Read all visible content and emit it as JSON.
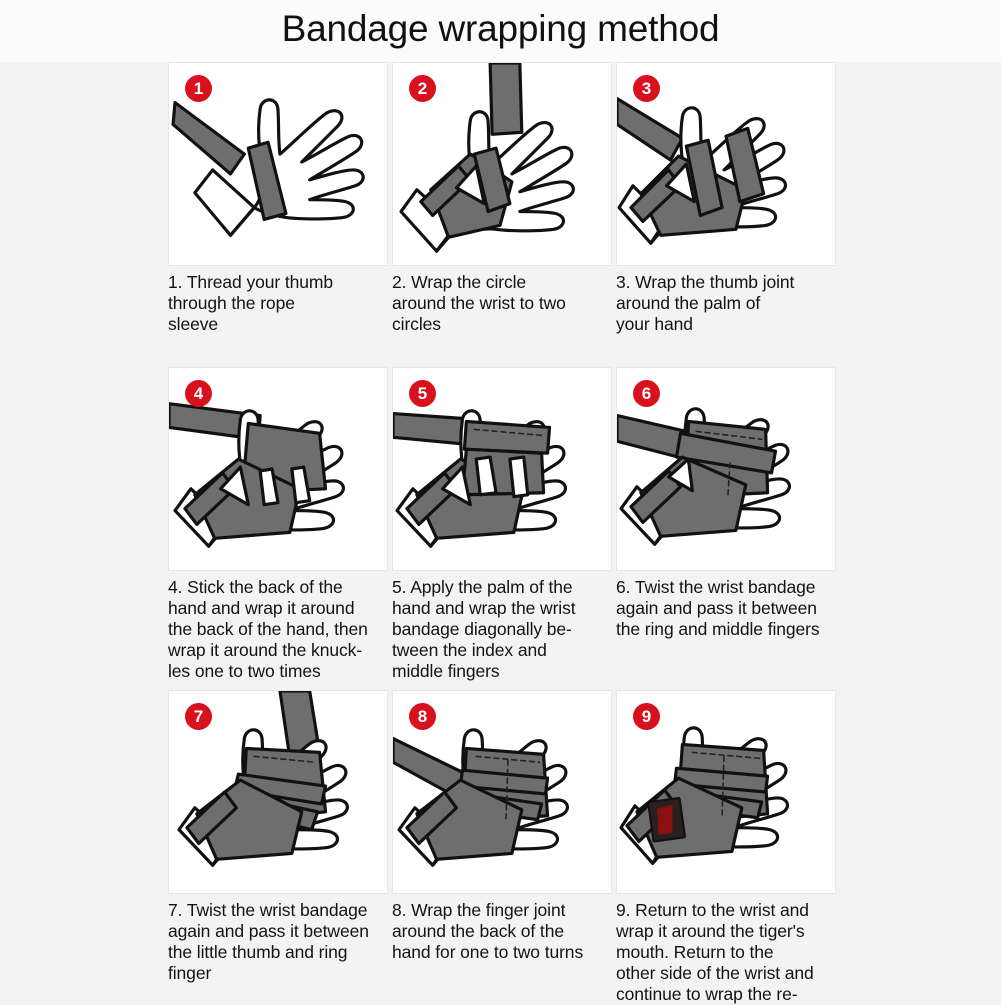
{
  "title": "Bandage wrapping method",
  "colors": {
    "page_background": "#f3f3f3",
    "panel_background": "#ffffff",
    "panel_border": "#e7e7e7",
    "badge_red": "#d8111f",
    "strap_gray": "#6e6e6e",
    "strap_gray_dark": "#5e5e5e",
    "outline_black": "#111111",
    "label_red": "#8c1010",
    "text": "#131313"
  },
  "steps": [
    {
      "number": "1",
      "badge_name": "step-badge-1",
      "caption": "1. Thread your thumb\nthrough the rope\nsleeve",
      "illustration": "hand-with-strap-threaded-through-thumb"
    },
    {
      "number": "2",
      "badge_name": "step-badge-2",
      "caption": "2. Wrap the circle\naround the wrist to two\ncircles",
      "illustration": "hand-with-strap-wrapped-around-wrist"
    },
    {
      "number": "3",
      "badge_name": "step-badge-3",
      "caption": "3. Wrap the thumb joint\naround the palm of\nyour hand",
      "illustration": "hand-with-strap-over-thumb-joint-and-palm"
    },
    {
      "number": "4",
      "badge_name": "step-badge-4",
      "caption": "4. Stick the back of the\nhand and wrap it around\nthe back of the hand, then\nwrap it around the knuck-\nles one to two times",
      "illustration": "hand-with-strap-across-back-of-hand"
    },
    {
      "number": "5",
      "badge_name": "step-badge-5",
      "caption": "5. Apply the palm of the\nhand and wrap the wrist\nbandage diagonally be-\ntween the index and\nmiddle fingers",
      "illustration": "hand-with-strap-between-index-and-middle-fingers"
    },
    {
      "number": "6",
      "badge_name": "step-badge-6",
      "caption": "6. Twist the wrist bandage\nagain and pass it between\nthe ring and middle fingers",
      "illustration": "hand-with-strap-between-ring-and-middle-fingers"
    },
    {
      "number": "7",
      "badge_name": "step-badge-7",
      "caption": "7. Twist the wrist bandage\nagain and pass it between\nthe little thumb and ring\nfinger",
      "illustration": "hand-with-strap-between-little-and-ring-fingers"
    },
    {
      "number": "8",
      "badge_name": "step-badge-8",
      "caption": "8. Wrap the finger joint\naround the back of the\nhand for one to two turns",
      "illustration": "hand-with-strap-around-finger-joints"
    },
    {
      "number": "9",
      "badge_name": "step-badge-9",
      "caption": "9. Return to the wrist and\nwrap it around the tiger's\nmouth. Return to the\nother side of the wrist and\ncontinue to wrap the re-",
      "illustration": "completed-wrap-with-red-label-on-wrist"
    }
  ]
}
